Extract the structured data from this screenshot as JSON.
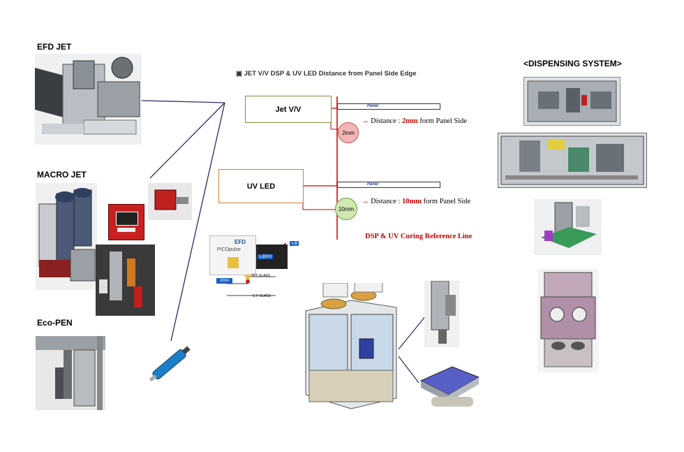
{
  "labels": {
    "efd_jet": "EFD JET",
    "macro_jet": "MACRO JET",
    "eco_pen": "Eco-PEN",
    "dispensing_system": "<DISPENSING SYSTEM>"
  },
  "diagram": {
    "title_bullet": "▣",
    "title": "JET V/V DSP & UV LED Distance from Panel Side Edge",
    "jet_box": "Jet V/V",
    "uv_box": "UV LED",
    "panel_label": "Panel",
    "circle_2mm": "2mm",
    "circle_10mm": "10mm",
    "note1_arrow": "→",
    "note1_prefix": "Distance :",
    "note1_value": "2mm",
    "note1_suffix": "form Panel Side",
    "note2_arrow": "→",
    "note2_prefix": "Distance :",
    "note2_value": "10mm",
    "note2_suffix": "form Panel Side",
    "reference_line": "DSP & UV Curing  Reference Line"
  },
  "detail": {
    "efd_logo": "EFD",
    "pico": "PICOpulse",
    "badge": "2mm",
    "tft_glass": "TFT GLASS",
    "cf_glass": "C.F GLASS",
    "nozzle": "노즐",
    "nozzle_pos": "노즐위치"
  },
  "colors": {
    "jet_border": "#8a8a3a",
    "uv_border": "#e07a2a",
    "ref_line": "#c00000",
    "leader_line": "#2a2a6a",
    "circle_2mm_fill": "#f4b6b6",
    "circle_10mm_fill": "#cfe8b0"
  }
}
